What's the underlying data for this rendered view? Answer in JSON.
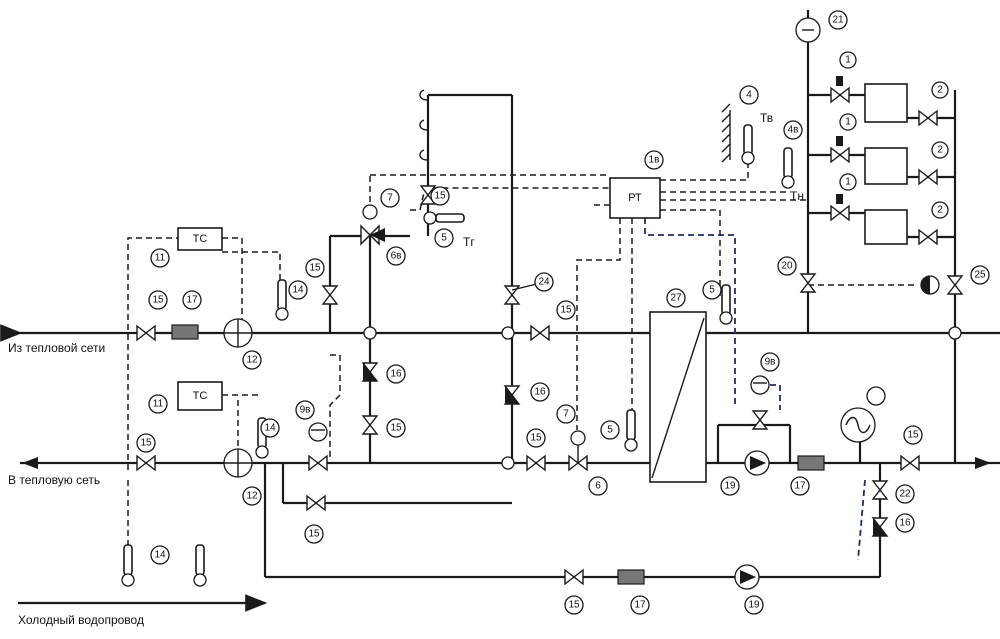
{
  "lines": {
    "from_network": "Из тепловой сети",
    "to_network": "В тепловую сеть",
    "cold_water": "Холодный водопровод"
  },
  "controllers": {
    "tc": "ТС",
    "rt": "РТ"
  },
  "temperature_labels": {
    "tv": "Тв",
    "tn": "Тн",
    "tg": "Тг"
  },
  "tags": {
    "t1": "1",
    "t2": "2",
    "t4": "4",
    "t4a": "4в",
    "t5": "5",
    "t6": "6",
    "t7": "7",
    "t6a": "6в",
    "t9a": "9в",
    "t9b": "9в",
    "t11": "11",
    "t12": "12",
    "t14": "14",
    "t15": "15",
    "t16": "16",
    "t17": "17",
    "t19": "19",
    "t20": "20",
    "t21": "21",
    "t22": "22",
    "t24": "24",
    "t25": "25",
    "t27": "27",
    "t1a": "1в"
  }
}
